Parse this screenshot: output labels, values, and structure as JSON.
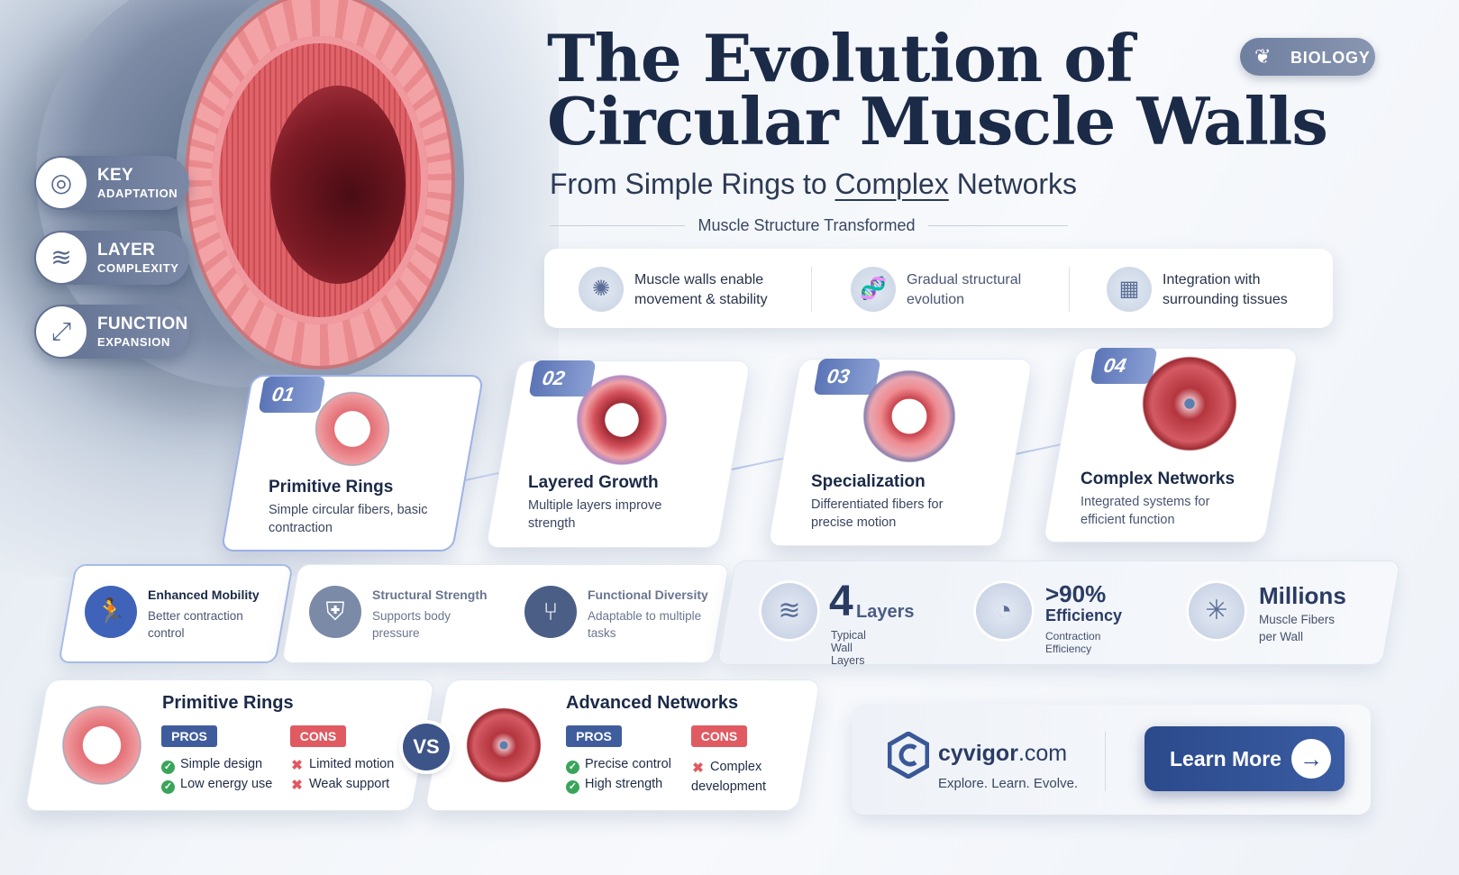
{
  "header": {
    "title_line1": "The Evolution of",
    "title_line2": "Circular Muscle Walls",
    "subtitle_pre": "From Simple Rings to ",
    "subtitle_underlined": "Complex",
    "subtitle_post": " Networks",
    "kicker": "Muscle Structure Transformed",
    "badge": "BIOLOGY"
  },
  "side_pills": [
    {
      "line1": "KEY",
      "line2": "ADAPTATION",
      "icon": "target-icon"
    },
    {
      "line1": "LAYER",
      "line2": "COMPLEXITY",
      "icon": "layers-icon"
    },
    {
      "line1": "FUNCTION",
      "line2": "EXPANSION",
      "icon": "expand-icon"
    }
  ],
  "highlights": [
    {
      "text": "Muscle walls enable movement & stability",
      "icon": "cell-icon"
    },
    {
      "text": "Gradual structural evolution",
      "icon": "dna-icon"
    },
    {
      "text": "Integration with surrounding tissues",
      "icon": "tissue-icon"
    }
  ],
  "stages": [
    {
      "num": "01",
      "title": "Primitive Rings",
      "desc": "Simple circular fibers, basic contraction"
    },
    {
      "num": "02",
      "title": "Layered Growth",
      "desc": "Multiple layers improve strength"
    },
    {
      "num": "03",
      "title": "Specialization",
      "desc": "Differentiated fibers for precise motion"
    },
    {
      "num": "04",
      "title": "Complex Networks",
      "desc": "Integrated systems for efficient function"
    }
  ],
  "benefits": [
    {
      "title": "Enhanced Mobility",
      "desc": "Better contraction control",
      "icon": "runner-icon"
    },
    {
      "title": "Structural Strength",
      "desc": "Supports body pressure",
      "icon": "shield-icon"
    },
    {
      "title": "Functional Diversity",
      "desc": "Adaptable to multiple tasks",
      "icon": "branch-icon"
    }
  ],
  "stats": [
    {
      "value": "4",
      "unit": "Layers",
      "label": "Typical Wall Layers",
      "icon": "layers-icon"
    },
    {
      "value": ">90%",
      "unit": "Efficiency",
      "label": "Contraction Efficiency",
      "icon": "gauge-icon"
    },
    {
      "value": "Millions",
      "unit": "",
      "label": "Muscle Fibers per Wall",
      "icon": "fiber-icon"
    }
  ],
  "comparison": {
    "vs": "VS",
    "pros_label": "PROS",
    "cons_label": "CONS",
    "left": {
      "title": "Primitive Rings",
      "pros": [
        "Simple design",
        "Low energy use"
      ],
      "cons": [
        "Limited motion",
        "Weak support"
      ]
    },
    "right": {
      "title": "Advanced Networks",
      "pros": [
        "Precise control",
        "High strength"
      ],
      "cons": [
        "Complex development"
      ]
    }
  },
  "brand": {
    "name": "cyvigor",
    "tld": ".com",
    "tagline": "Explore. Learn. Evolve.",
    "cta": "Learn More"
  },
  "colors": {
    "navy": "#1b2a47",
    "accent_blue": "#3f5d9c",
    "muscle_red": "#e46f76",
    "pros_green": "#3aa55a",
    "cons_red": "#e05a62"
  }
}
